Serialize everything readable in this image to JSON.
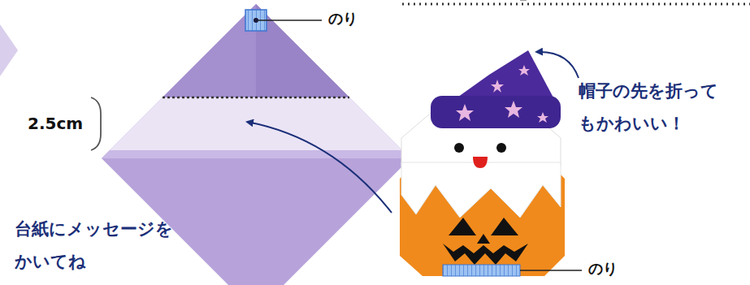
{
  "diagram": {
    "labels": [
      "のり",
      "2.5cm",
      "台紙にメッセージを かいてね",
      "帽子の先を折って もかわいい！",
      "のり"
    ]
  }
}
